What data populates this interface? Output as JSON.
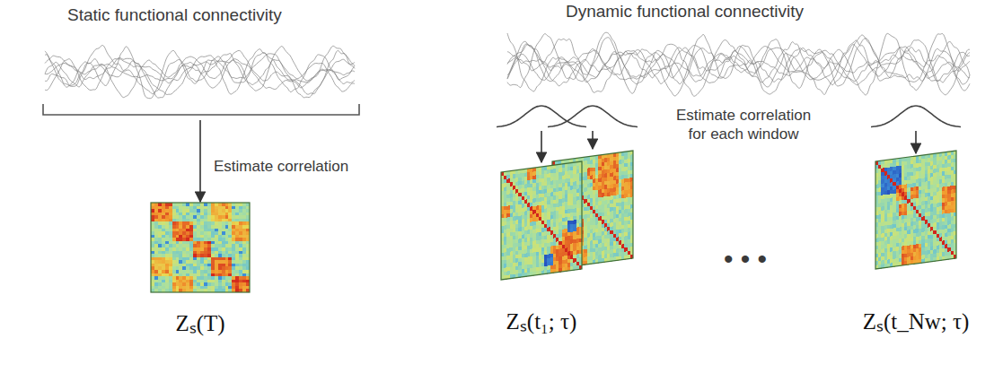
{
  "diagram": {
    "nodes": [
      {
        "text": [
          "Static functional connectivity"
        ]
      },
      {
        "text": [
          "Zₛ(T)"
        ]
      },
      {
        "text": [
          "Dynamic functional connectivity"
        ]
      },
      {
        "text": [
          "Zₛ(t₁; τ)"
        ]
      },
      {
        "text": [
          "Zₛ(t_Nw; τ)"
        ]
      }
    ],
    "edges": [
      {
        "from": 0,
        "to": 1,
        "arrow": "to",
        "label": "Estimate correlation"
      },
      {
        "from": 2,
        "to": 3,
        "arrow": "to"
      },
      {
        "from": 2,
        "to": 4,
        "arrow": "to"
      }
    ],
    "labels": [
      "Estimate correlation for each window",
      "• • •"
    ]
  }
}
